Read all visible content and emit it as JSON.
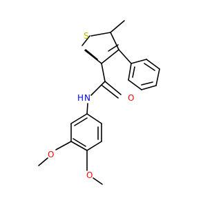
{
  "diagram": {
    "type": "skeletal-structure",
    "atoms": [
      {
        "id": "S",
        "symbol": "S",
        "color": "#b8b800"
      },
      {
        "id": "O_amide",
        "symbol": "O",
        "color": "#ff0000"
      },
      {
        "id": "N_amide",
        "symbol": "N",
        "color": "#0000ff"
      },
      {
        "id": "H_amide",
        "symbol": "H",
        "color": "#0000ff"
      },
      {
        "id": "O_methoxy1",
        "symbol": "O",
        "color": "#ff0000"
      },
      {
        "id": "O_methoxy2",
        "symbol": "O",
        "color": "#ff0000"
      }
    ]
  }
}
